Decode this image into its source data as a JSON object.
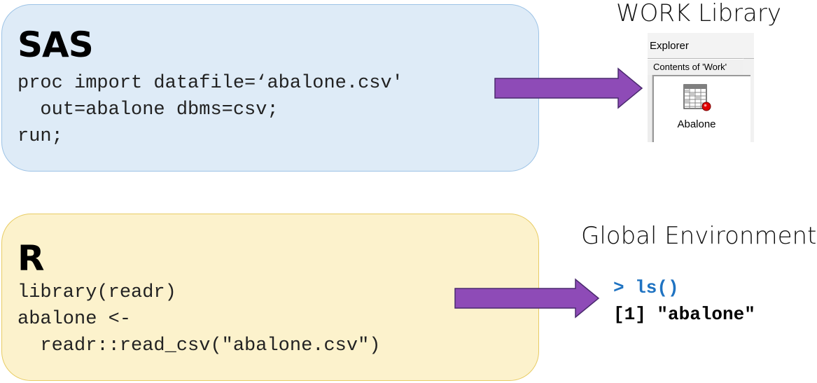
{
  "sas_panel": {
    "title": "SAS",
    "code_lines": [
      "proc import datafile=‘abalone.csv'",
      "  out=abalone dbms=csv;",
      "run;"
    ],
    "fill_color": "#deebf7",
    "border_color": "#9dc3e6"
  },
  "r_panel": {
    "title": "R",
    "code_lines": [
      "library(readr)",
      "abalone <-",
      "  readr::read_csv(\"abalone.csv\")"
    ],
    "fill_color": "#fcf2cc",
    "border_color": "#e8cc64"
  },
  "work_library": {
    "title": "WORK Library",
    "explorer": {
      "window_title": "Explorer",
      "contents_label": "Contents of 'Work'",
      "dataset_label": "Abalone",
      "dataset_icon": "sas-dataset-icon"
    }
  },
  "global_environment": {
    "title": "Global Environment",
    "console_prompt": "> ls()",
    "console_output": "[1] \"abalone\"",
    "prompt_color": "#1f73c2"
  },
  "arrows": {
    "color": "#8e4bb7",
    "icon": "right-arrow-icon"
  }
}
